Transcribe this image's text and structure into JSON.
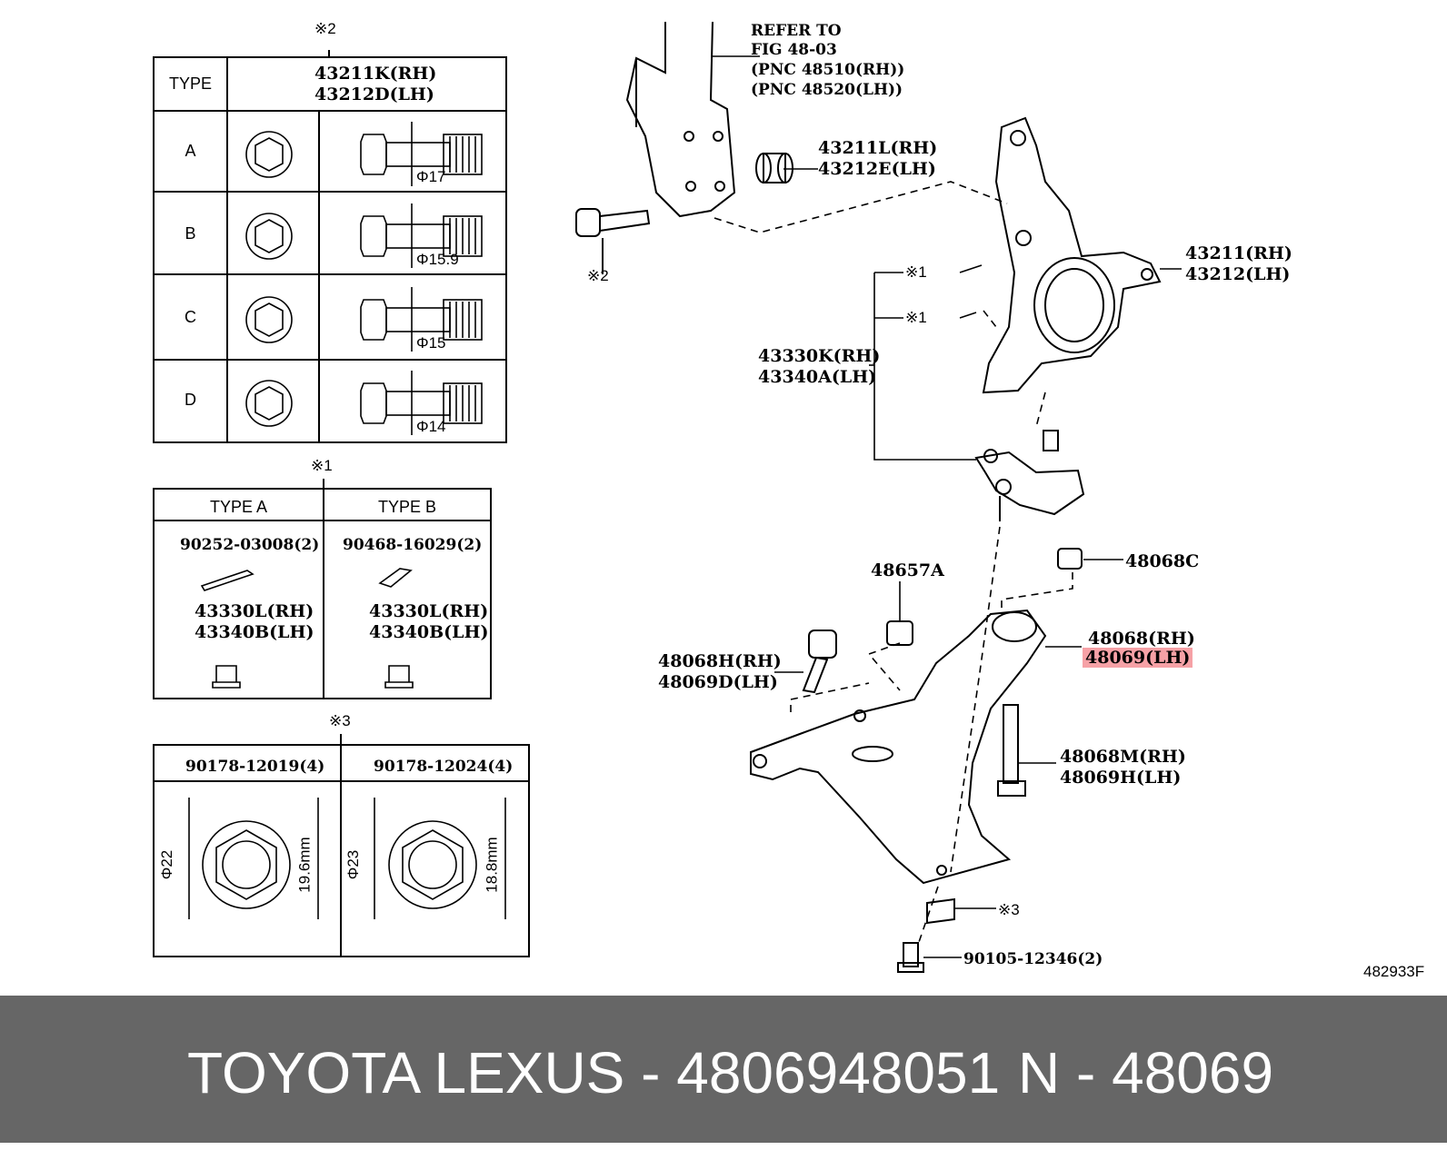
{
  "tables": {
    "bolt_types": {
      "note": "※2",
      "header_type": "TYPE",
      "header_part_1": "43211K(RH)",
      "header_part_2": "43212D(LH)",
      "rows": [
        {
          "type": "A",
          "dia": "Φ17"
        },
        {
          "type": "B",
          "dia": "Φ15.9"
        },
        {
          "type": "C",
          "dia": "Φ15"
        },
        {
          "type": "D",
          "dia": "Φ14"
        }
      ]
    },
    "pin_types": {
      "note": "※1",
      "col_a": "TYPE A",
      "col_b": "TYPE B",
      "a_pin": "90252-03008(2)",
      "b_pin": "90468-16029(2)",
      "a_nut_1": "43330L(RH)",
      "a_nut_2": "43340B(LH)",
      "b_nut_1": "43330L(RH)",
      "b_nut_2": "43340B(LH)"
    },
    "nut_types": {
      "note": "※3",
      "col_1": "90178-12019(4)",
      "col_2": "90178-12024(4)",
      "dia_1": "Φ22",
      "height_1": "19.6mm",
      "dia_2": "Φ23",
      "height_2": "18.8mm"
    }
  },
  "labels": {
    "refer_1": "REFER TO",
    "refer_2": "FIG 48-03",
    "refer_3": "(PNC 48510(RH))",
    "refer_4": "(PNC 48520(LH))",
    "bushing_rh": "43211L(RH)",
    "bushing_lh": "43212E(LH)",
    "bolt_note": "※2",
    "knuckle_rh": "43211(RH)",
    "knuckle_lh": "43212(LH)",
    "pin_note_1": "※1",
    "pin_note_2": "※1",
    "balljoint_rh": "43330K(RH)",
    "balljoint_lh": "43340A(LH)",
    "stopper": "48657A",
    "nut": "48068C",
    "arm_rh": "48068(RH)",
    "arm_lh": "48069(LH)",
    "front_bolt_rh": "48068H(RH)",
    "front_bolt_lh": "48069D(LH)",
    "rear_bolt_rh": "48068M(RH)",
    "rear_bolt_lh": "48069H(LH)",
    "nut_note": "※3",
    "small_bolt": "90105-12346(2)",
    "fig_no": "482933F"
  },
  "footer": {
    "left": "TOYOTA LEXUS - 4806948051",
    "right": "N - 48069",
    "background": "#666666",
    "highlight": "#f6a1a6"
  }
}
